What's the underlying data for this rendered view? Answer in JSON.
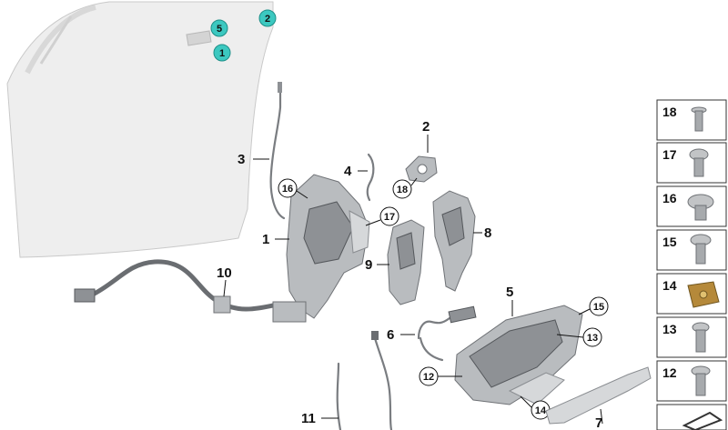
{
  "callouts": {
    "c1": "1",
    "c2": "2",
    "c3": "3",
    "c4": "4",
    "c5": "5",
    "c6": "6",
    "c7": "7",
    "c8": "8",
    "c9": "9",
    "c10": "10",
    "c11": "11"
  },
  "circled": {
    "c12": "12",
    "c13": "13",
    "c14": "14",
    "c15": "15",
    "c16": "16",
    "c17": "17",
    "c18": "18"
  },
  "teal_markers": {
    "t5": "5",
    "t1": "1",
    "t2": "2"
  },
  "legend": [
    "18",
    "17",
    "16",
    "15",
    "14",
    "13",
    "12"
  ],
  "colors": {
    "teal": "#3cc8c0",
    "part": "#b9bcbf",
    "door": "#eeeeee"
  }
}
